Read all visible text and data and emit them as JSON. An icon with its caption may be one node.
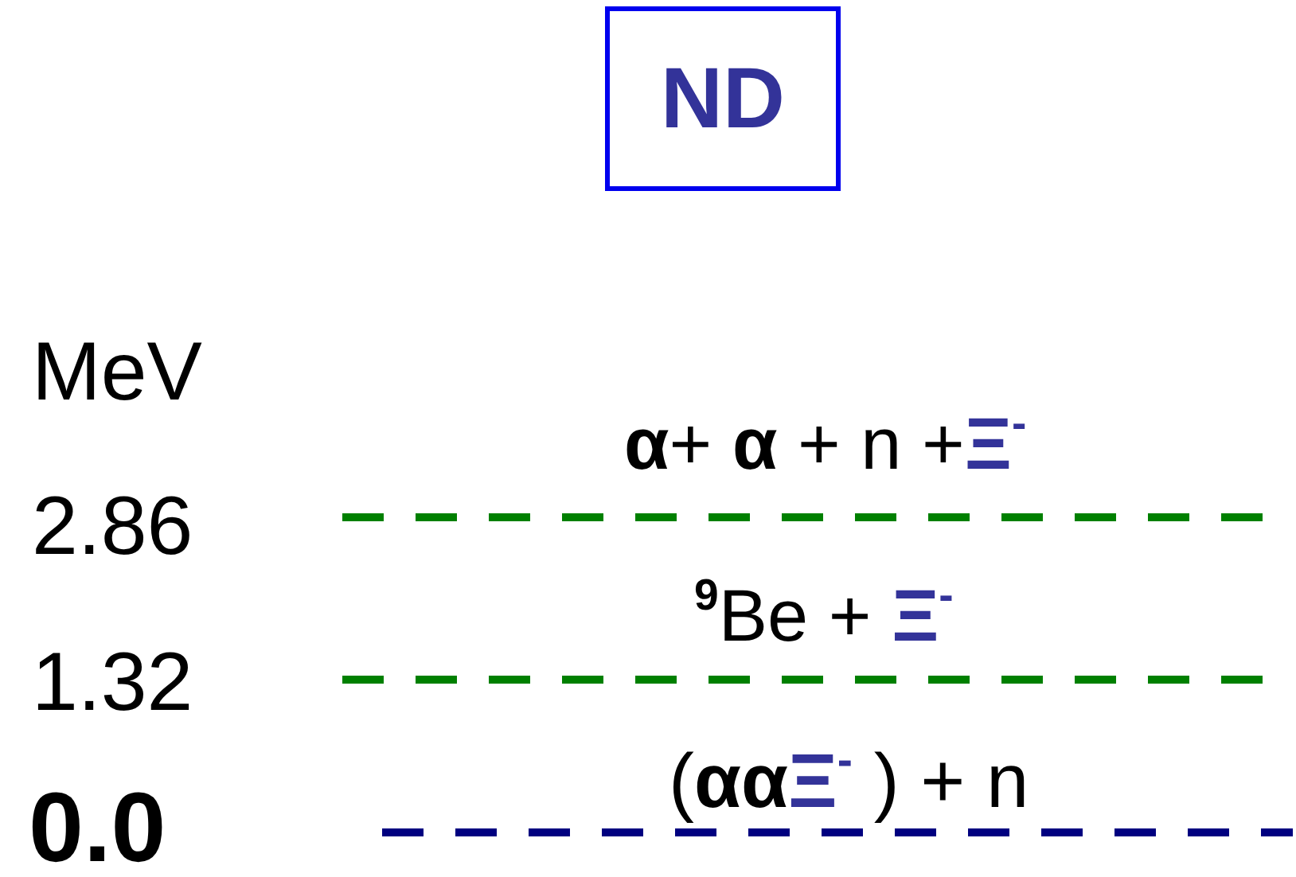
{
  "diagram": {
    "title": "ND",
    "labels": [
      "MeV",
      "**α**+ **α** + n +**Ξ**$^{-}$",
      "2.86",
      "$^{9}$Be + **Ξ**$^{-}$",
      "1.32",
      "(**αα****Ξ**$^{-}$ ) + n",
      "0.0"
    ]
  }
}
